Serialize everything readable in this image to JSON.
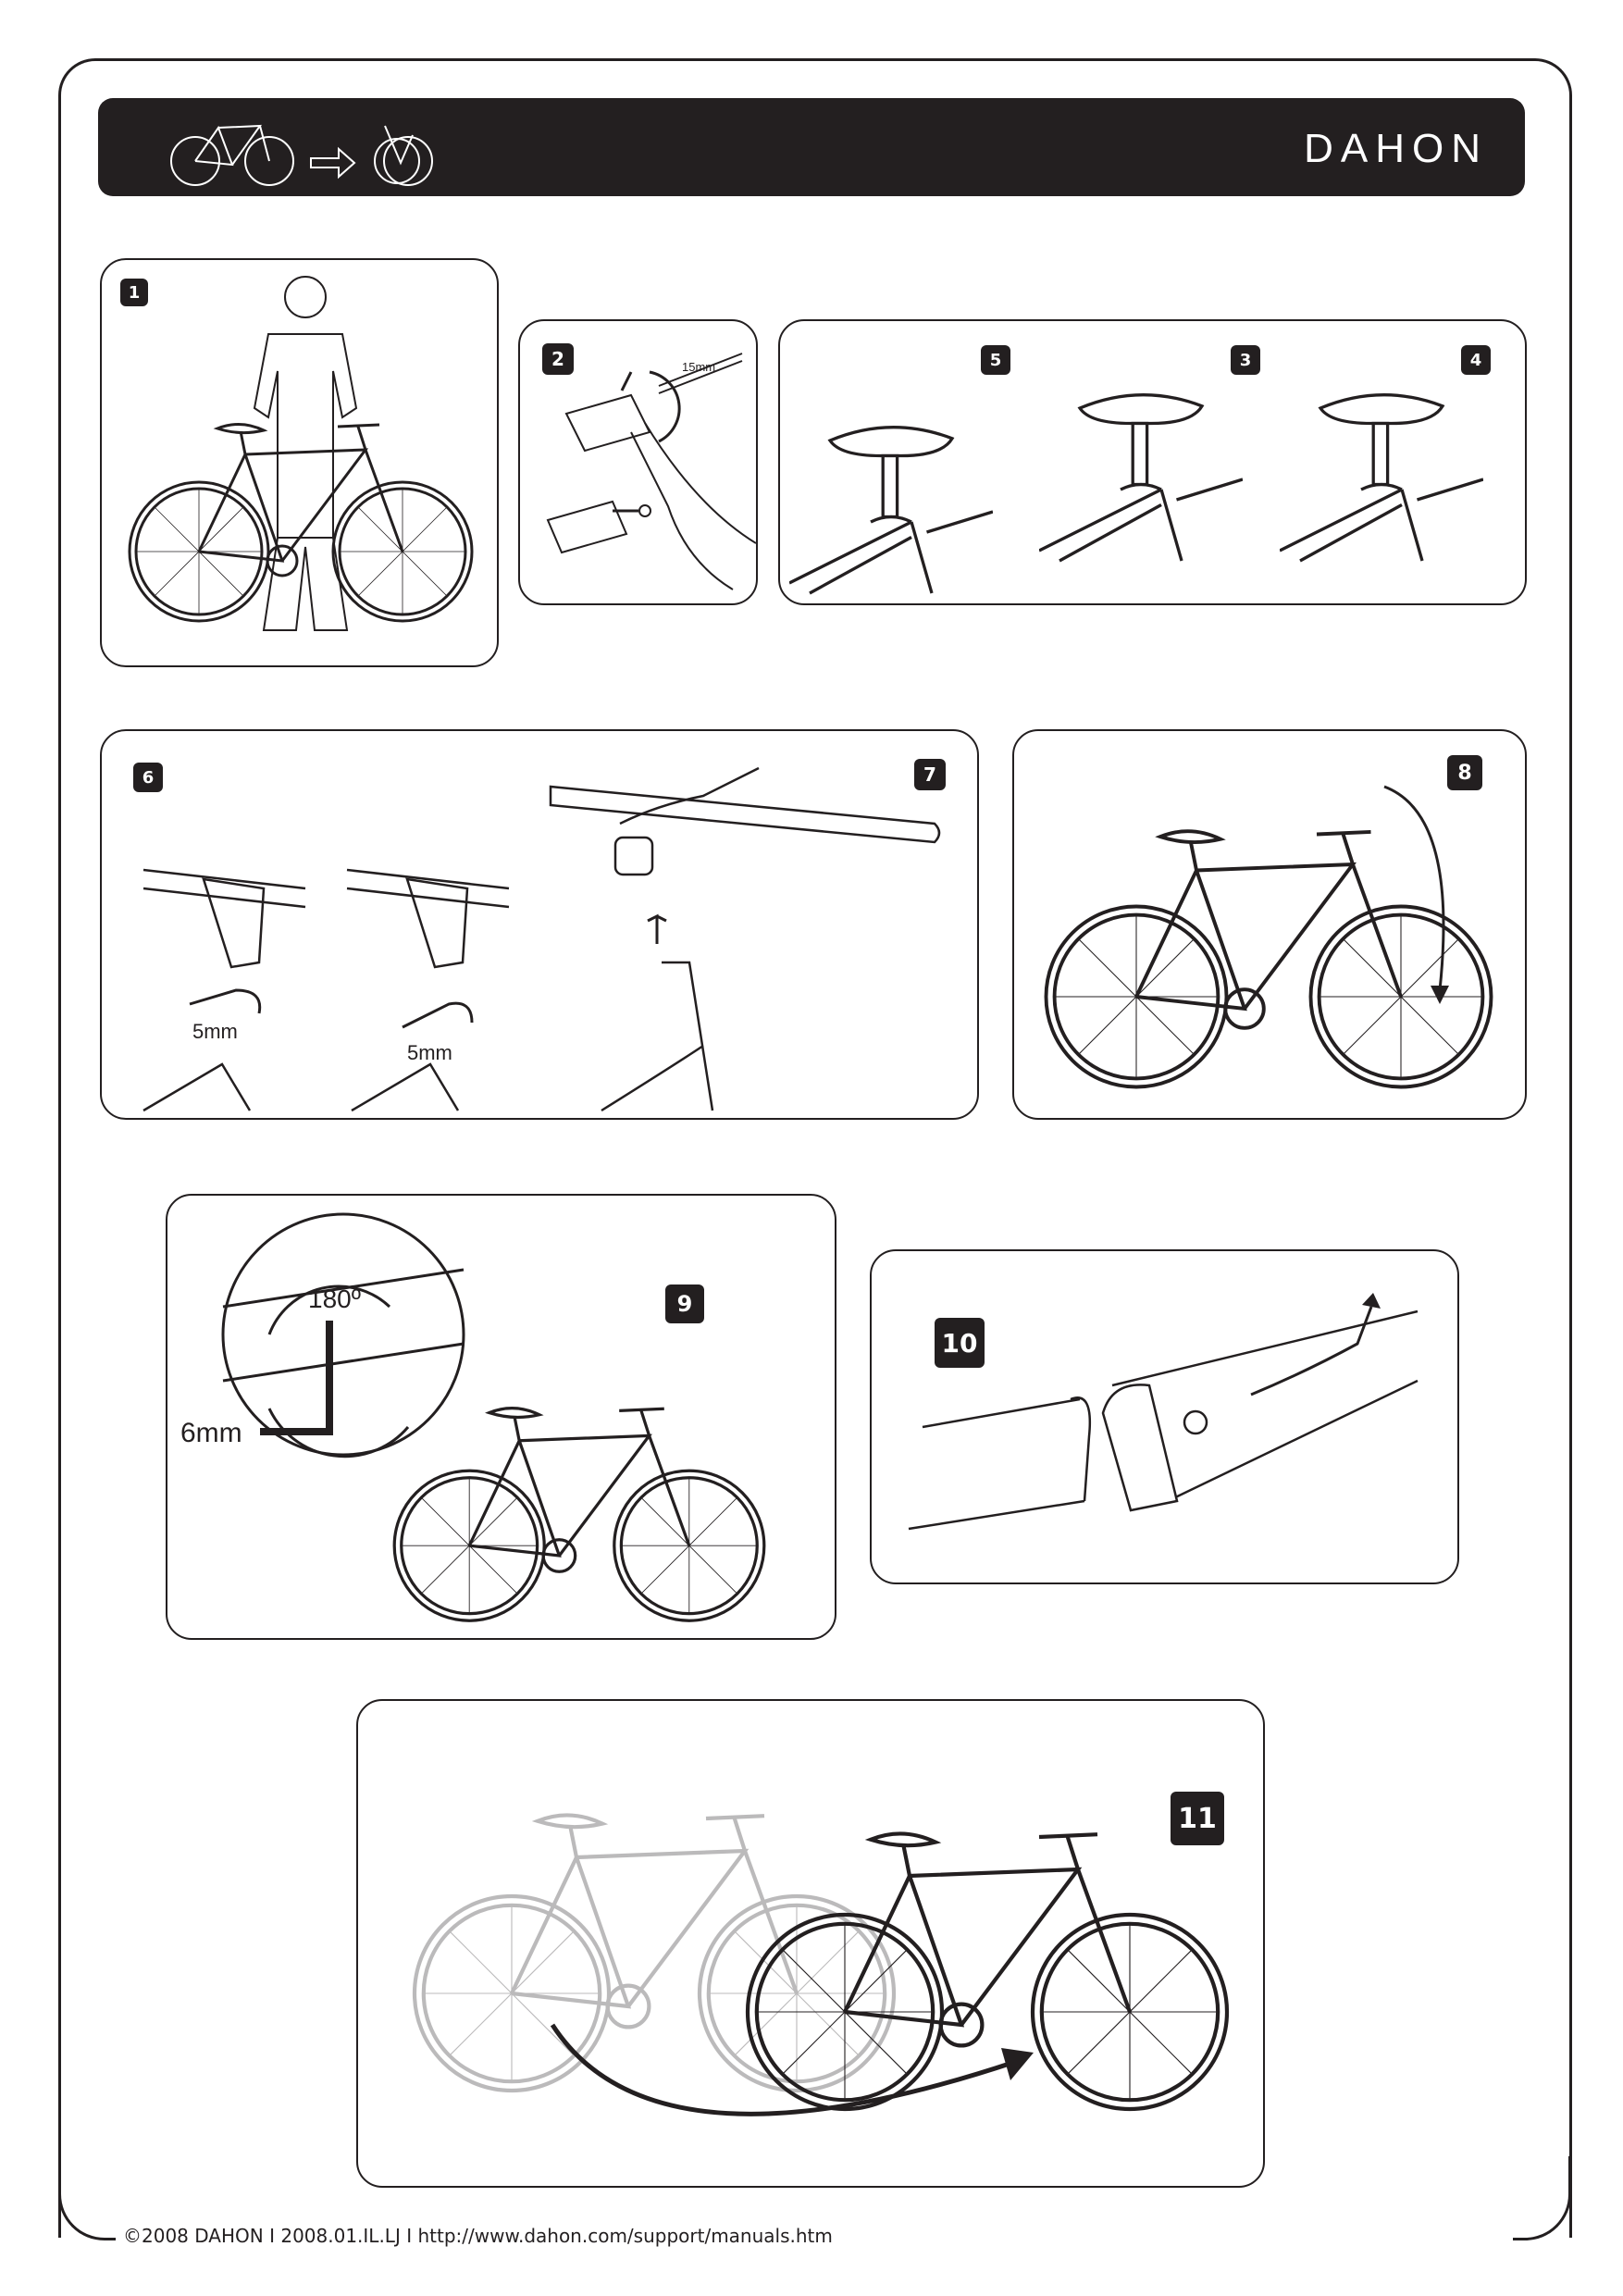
{
  "header": {
    "brand": "DAHON",
    "icon": "bike-fold-arrow-icon"
  },
  "steps": {
    "s1": "1",
    "s2": "2",
    "s3": "3",
    "s4": "4",
    "s5": "5",
    "s6": "6",
    "s7": "7",
    "s8": "8",
    "s9": "9",
    "s10": "10",
    "s11": "11"
  },
  "labels": {
    "pedal_wrench": "15mm",
    "hex_key_a": "5mm",
    "hex_key_b": "5mm",
    "rotation": "180º",
    "frame_key": "6mm"
  },
  "footer": {
    "text": "©2008 DAHON  I  2008.01.IL.LJ  I  http://www.dahon.com/support/manuals.htm"
  }
}
